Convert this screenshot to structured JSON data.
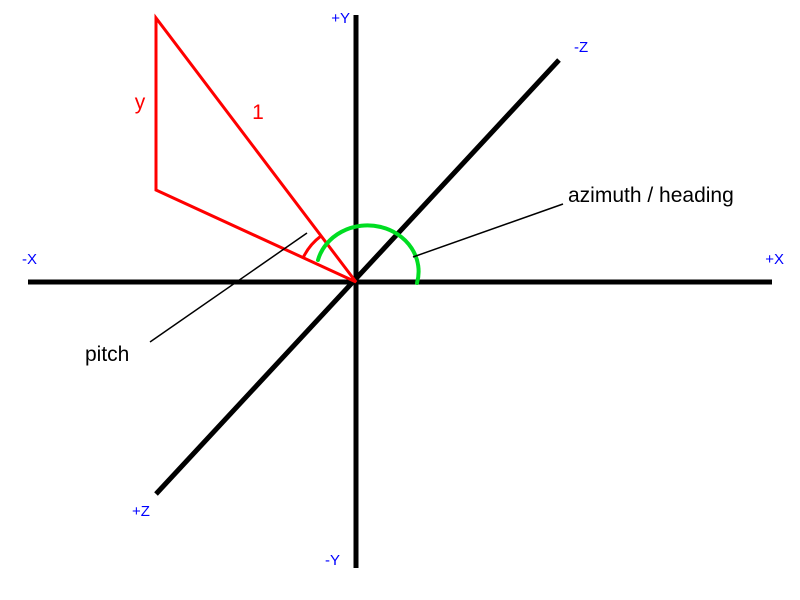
{
  "colors": {
    "axis": "#000000",
    "label_blue": "#0000ff",
    "triangle_red": "#ff0000",
    "azimuth_green": "#00dd22",
    "annotation_black": "#000000"
  },
  "axes": {
    "plus_x": "+X",
    "minus_x": "-X",
    "plus_y": "+Y",
    "minus_y": "-Y",
    "plus_z": "+Z",
    "minus_z": "-Z"
  },
  "triangle": {
    "side_y": "y",
    "hypotenuse": "1"
  },
  "annotations": {
    "pitch": "pitch",
    "azimuth": "azimuth / heading"
  }
}
